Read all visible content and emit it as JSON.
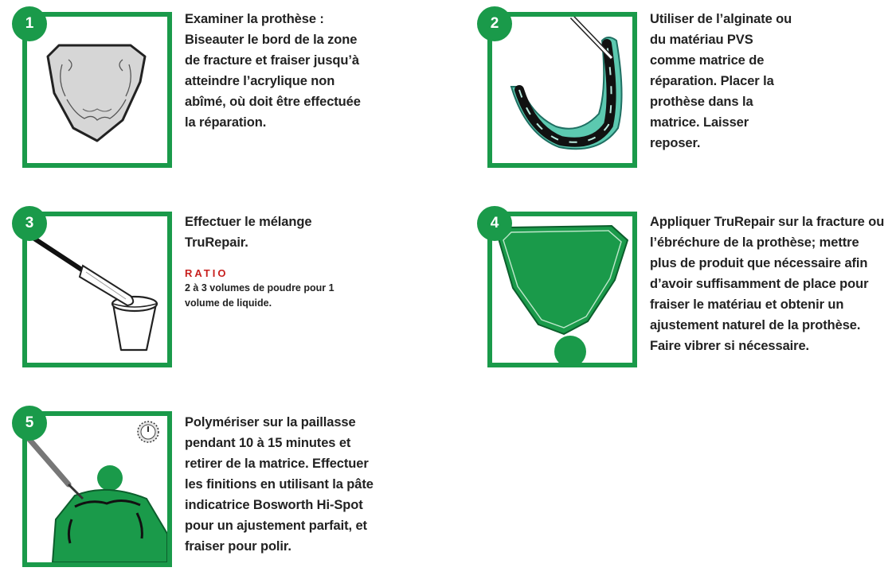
{
  "colors": {
    "accent_green": "#1a9a4a",
    "teal": "#5cc9b0",
    "ratio_red": "#c8201e"
  },
  "steps": [
    {
      "number": "1",
      "icon": "denture-outline-icon",
      "text": "Examiner la prothèse : Biseauter le bord de la zone de fracture et fraiser jusqu’à atteindre l’acrylique non abîmé, où doit être effectuée la réparation."
    },
    {
      "number": "2",
      "icon": "alginate-matrix-icon",
      "text": "Utiliser de l’alginate ou du matériau PVS comme matrice de réparation. Placer la prothèse dans la matrice. Laisser reposer."
    },
    {
      "number": "3",
      "icon": "mixing-cup-icon",
      "text": "Effectuer le mélange TruRepair.",
      "ratio_title": "RATIO",
      "ratio_text": "2 à 3 volumes de poudre pour 1 volume de liquide."
    },
    {
      "number": "4",
      "icon": "green-denture-icon",
      "text": "Appliquer TruRepair sur la fracture ou l’ébréchure de la prothèse; mettre plus de produit que nécessaire afin d’avoir suffisamment de place pour fraiser le matériau et obtenir un ajustement naturel de la prothèse. Faire vibrer si nécessaire."
    },
    {
      "number": "5",
      "icon": "polishing-denture-icon",
      "text": "Polymériser sur la paillasse pendant 10 à 15 minutes et retirer de la matrice. Effectuer les finitions en utilisant la pâte indicatrice Bosworth Hi-Spot pour un ajustement parfait, et fraiser pour polir."
    }
  ]
}
